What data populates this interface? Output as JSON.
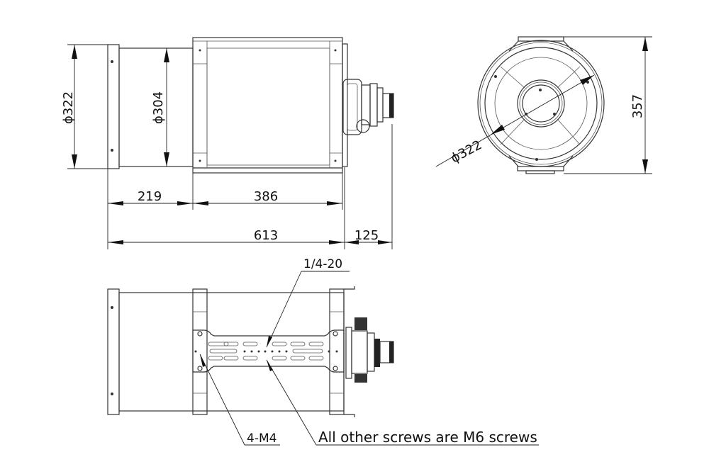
{
  "dimensions": {
    "front_flange_diameter": "ϕ322",
    "tube_diameter": "ϕ304",
    "front_section_length": "219",
    "body_length": "386",
    "overall_length": "613",
    "lens_protrusion": "125",
    "end_view_diameter": "ϕ322",
    "end_view_height": "357"
  },
  "annotations": {
    "thread_hole": "1/4-20",
    "m4_holes": "4-M4",
    "screw_note": "All other screws are M6 screws"
  }
}
